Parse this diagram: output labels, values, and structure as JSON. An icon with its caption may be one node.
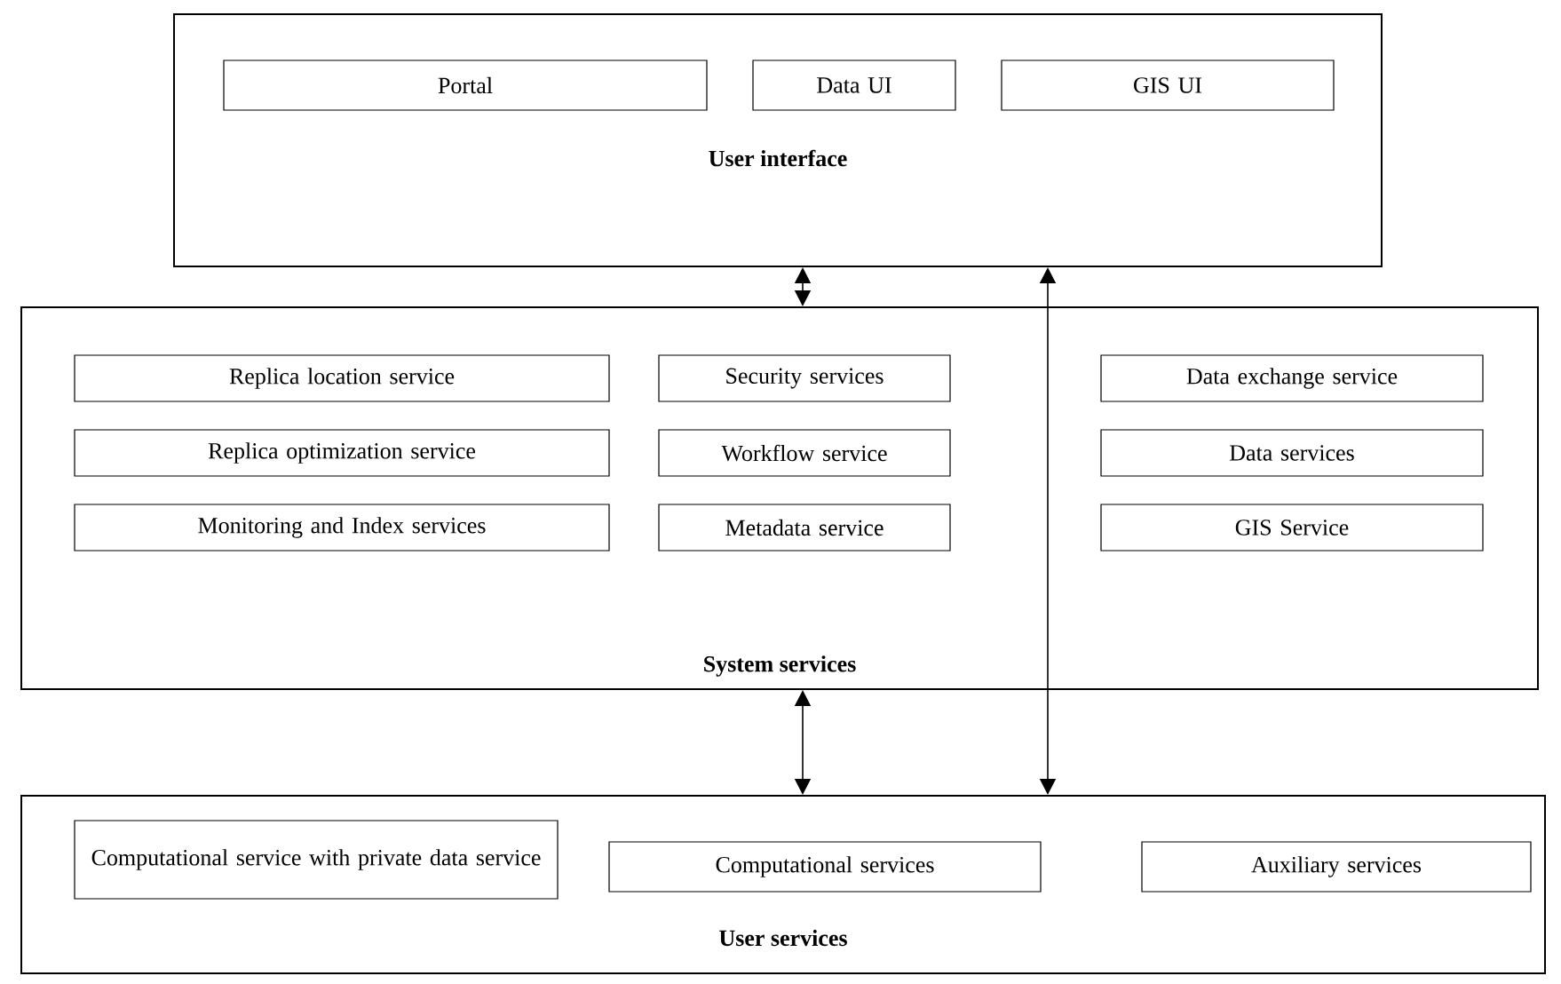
{
  "diagram": {
    "nodes": [
      {
        "text": [
          "User interface"
        ]
      },
      {
        "text": [
          "Portal"
        ],
        "in": 0
      },
      {
        "text": [
          "Data UI"
        ],
        "in": 0
      },
      {
        "text": [
          "GIS UI"
        ],
        "in": 0
      },
      {
        "text": [
          "System services"
        ]
      },
      {
        "text": [
          "Replica location service"
        ],
        "in": 4
      },
      {
        "text": [
          "Security services"
        ],
        "in": 4
      },
      {
        "text": [
          "Data exchange service"
        ],
        "in": 4
      },
      {
        "text": [
          "Replica optimization service"
        ],
        "in": 4
      },
      {
        "text": [
          "Workflow service"
        ],
        "in": 4
      },
      {
        "text": [
          "Data services"
        ],
        "in": 4
      },
      {
        "text": [
          "Monitoring and Index services"
        ],
        "in": 4
      },
      {
        "text": [
          "Metadata service"
        ],
        "in": 4
      },
      {
        "text": [
          "GIS Service"
        ],
        "in": 4
      },
      {
        "text": [
          "User services"
        ]
      },
      {
        "text": [
          "Computational service with private data service"
        ],
        "in": 14
      },
      {
        "text": [
          "Computational services"
        ],
        "in": 14
      },
      {
        "text": [
          "Auxiliary services"
        ],
        "in": 14
      }
    ],
    "edges": [
      {
        "from": 0,
        "to": 4,
        "arrow": "both"
      },
      {
        "from": 4,
        "to": 14,
        "arrow": "both"
      },
      {
        "from": 0,
        "to": 14,
        "arrow": "both"
      }
    ]
  }
}
